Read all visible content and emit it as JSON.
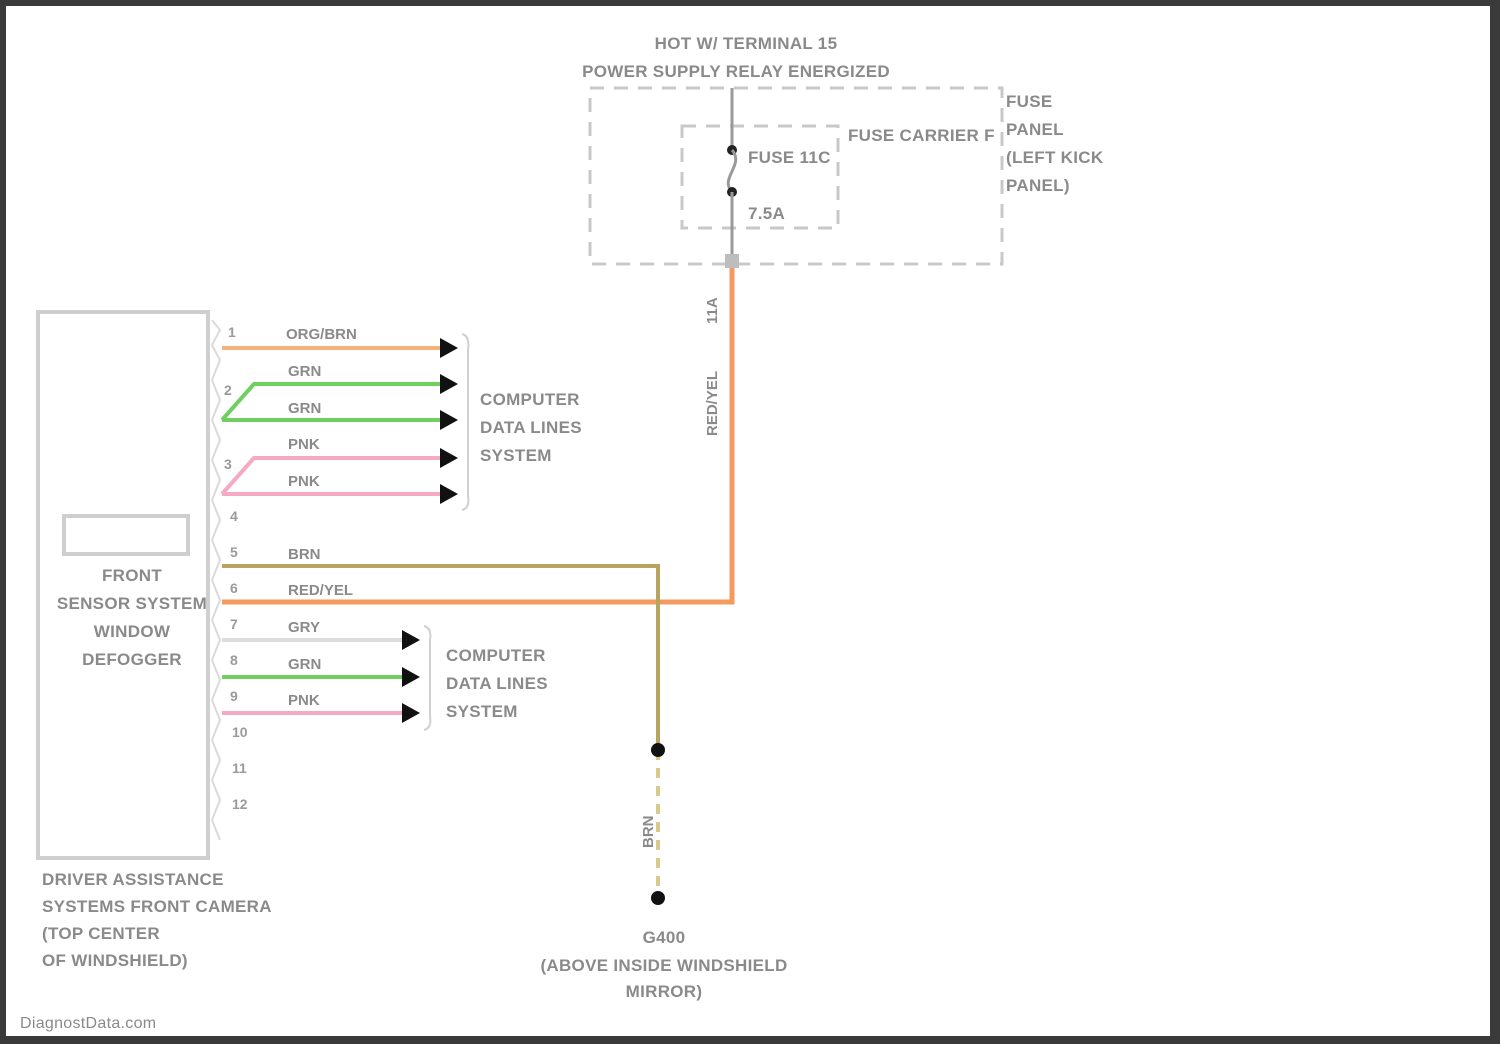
{
  "power_source": {
    "line1": "HOT W/ TERMINAL 15",
    "line2": "POWER SUPPLY RELAY ENERGIZED"
  },
  "fuse_panel": {
    "label_lines": [
      "FUSE",
      "PANEL",
      "(LEFT KICK",
      "PANEL)"
    ],
    "carrier_label": "FUSE CARRIER F",
    "fuse_name": "FUSE 11C",
    "fuse_rating": "7.5A",
    "output_pin": "11A"
  },
  "component": {
    "inner_label_lines": [
      "FRONT",
      "SENSOR SYSTEM",
      "WINDOW",
      "DEFOGGER"
    ],
    "name_lines": [
      "DRIVER ASSISTANCE",
      "SYSTEMS FRONT CAMERA",
      "(TOP CENTER",
      "OF WINDSHIELD)"
    ],
    "pins": [
      "1",
      "2",
      "3",
      "4",
      "5",
      "6",
      "7",
      "8",
      "9",
      "10",
      "11",
      "12"
    ]
  },
  "wires": [
    {
      "pin": "1",
      "label": "ORG/BRN",
      "color": "#f5b27a"
    },
    {
      "pin": "2",
      "label": "GRN",
      "color": "#6fcf5f"
    },
    {
      "pin": "2",
      "label": "GRN",
      "color": "#6fcf5f"
    },
    {
      "pin": "3",
      "label": "PNK",
      "color": "#f5a9c4"
    },
    {
      "pin": "3",
      "label": "PNK",
      "color": "#f5a9c4"
    },
    {
      "pin": "5",
      "label": "BRN",
      "color": "#b5a560"
    },
    {
      "pin": "6",
      "label": "RED/YEL",
      "color": "#f59a5f"
    },
    {
      "pin": "7",
      "label": "GRY",
      "color": "#dcdcdc"
    },
    {
      "pin": "8",
      "label": "GRN",
      "color": "#6fcf5f"
    },
    {
      "pin": "9",
      "label": "PNK",
      "color": "#f5a9c4"
    }
  ],
  "vertical_wire_labels": {
    "feed": "RED/YEL",
    "ground": "BRN"
  },
  "data_lines_1": [
    "COMPUTER",
    "DATA LINES",
    "SYSTEM"
  ],
  "data_lines_2": [
    "COMPUTER",
    "DATA LINES",
    "SYSTEM"
  ],
  "ground": {
    "name": "G400",
    "location_lines": [
      "(ABOVE INSIDE WINDSHIELD",
      "MIRROR)"
    ]
  },
  "watermark": "DiagnostData.com"
}
